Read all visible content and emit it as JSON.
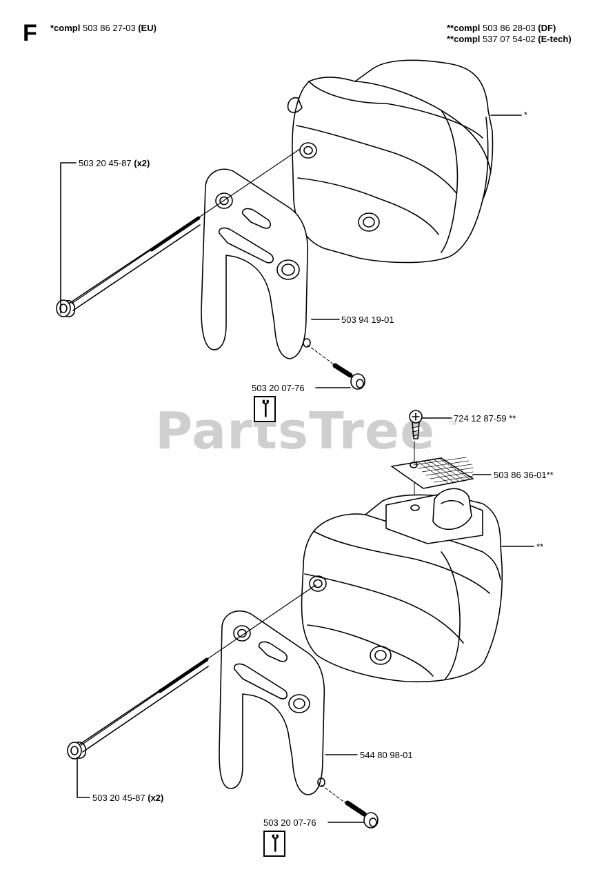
{
  "section": {
    "letter": "F"
  },
  "watermark": {
    "text": "PartsTree",
    "tm": "TM"
  },
  "header": {
    "left": {
      "prefix": "*compl",
      "number": "503 86 27-03",
      "variant": "(EU)"
    },
    "right": [
      {
        "prefix": "**compl",
        "number": "503 86 28-03",
        "variant": "(DF)"
      },
      {
        "prefix": "**compl",
        "number": "537 07 54-02",
        "variant": "(E-tech)"
      }
    ]
  },
  "parts": {
    "muffler_top_marker": "*",
    "bolt_top": {
      "number": "503 20 45-87",
      "qty": "(x2)"
    },
    "bracket_top": "503 94 19-01",
    "screw_top": "503 20 07-76",
    "screw_cross": {
      "number": "724 12 87-59",
      "marker": "**"
    },
    "screen": "503 86 36-01**",
    "muffler_bottom_marker": "**",
    "bracket_bottom": "544 80 98-01",
    "bolt_bottom": {
      "number": "503 20 45-87",
      "qty": "(x2)"
    },
    "screw_bottom": "503 20 07-76"
  },
  "icons": [
    "wrench-icon",
    "wrench-icon"
  ]
}
